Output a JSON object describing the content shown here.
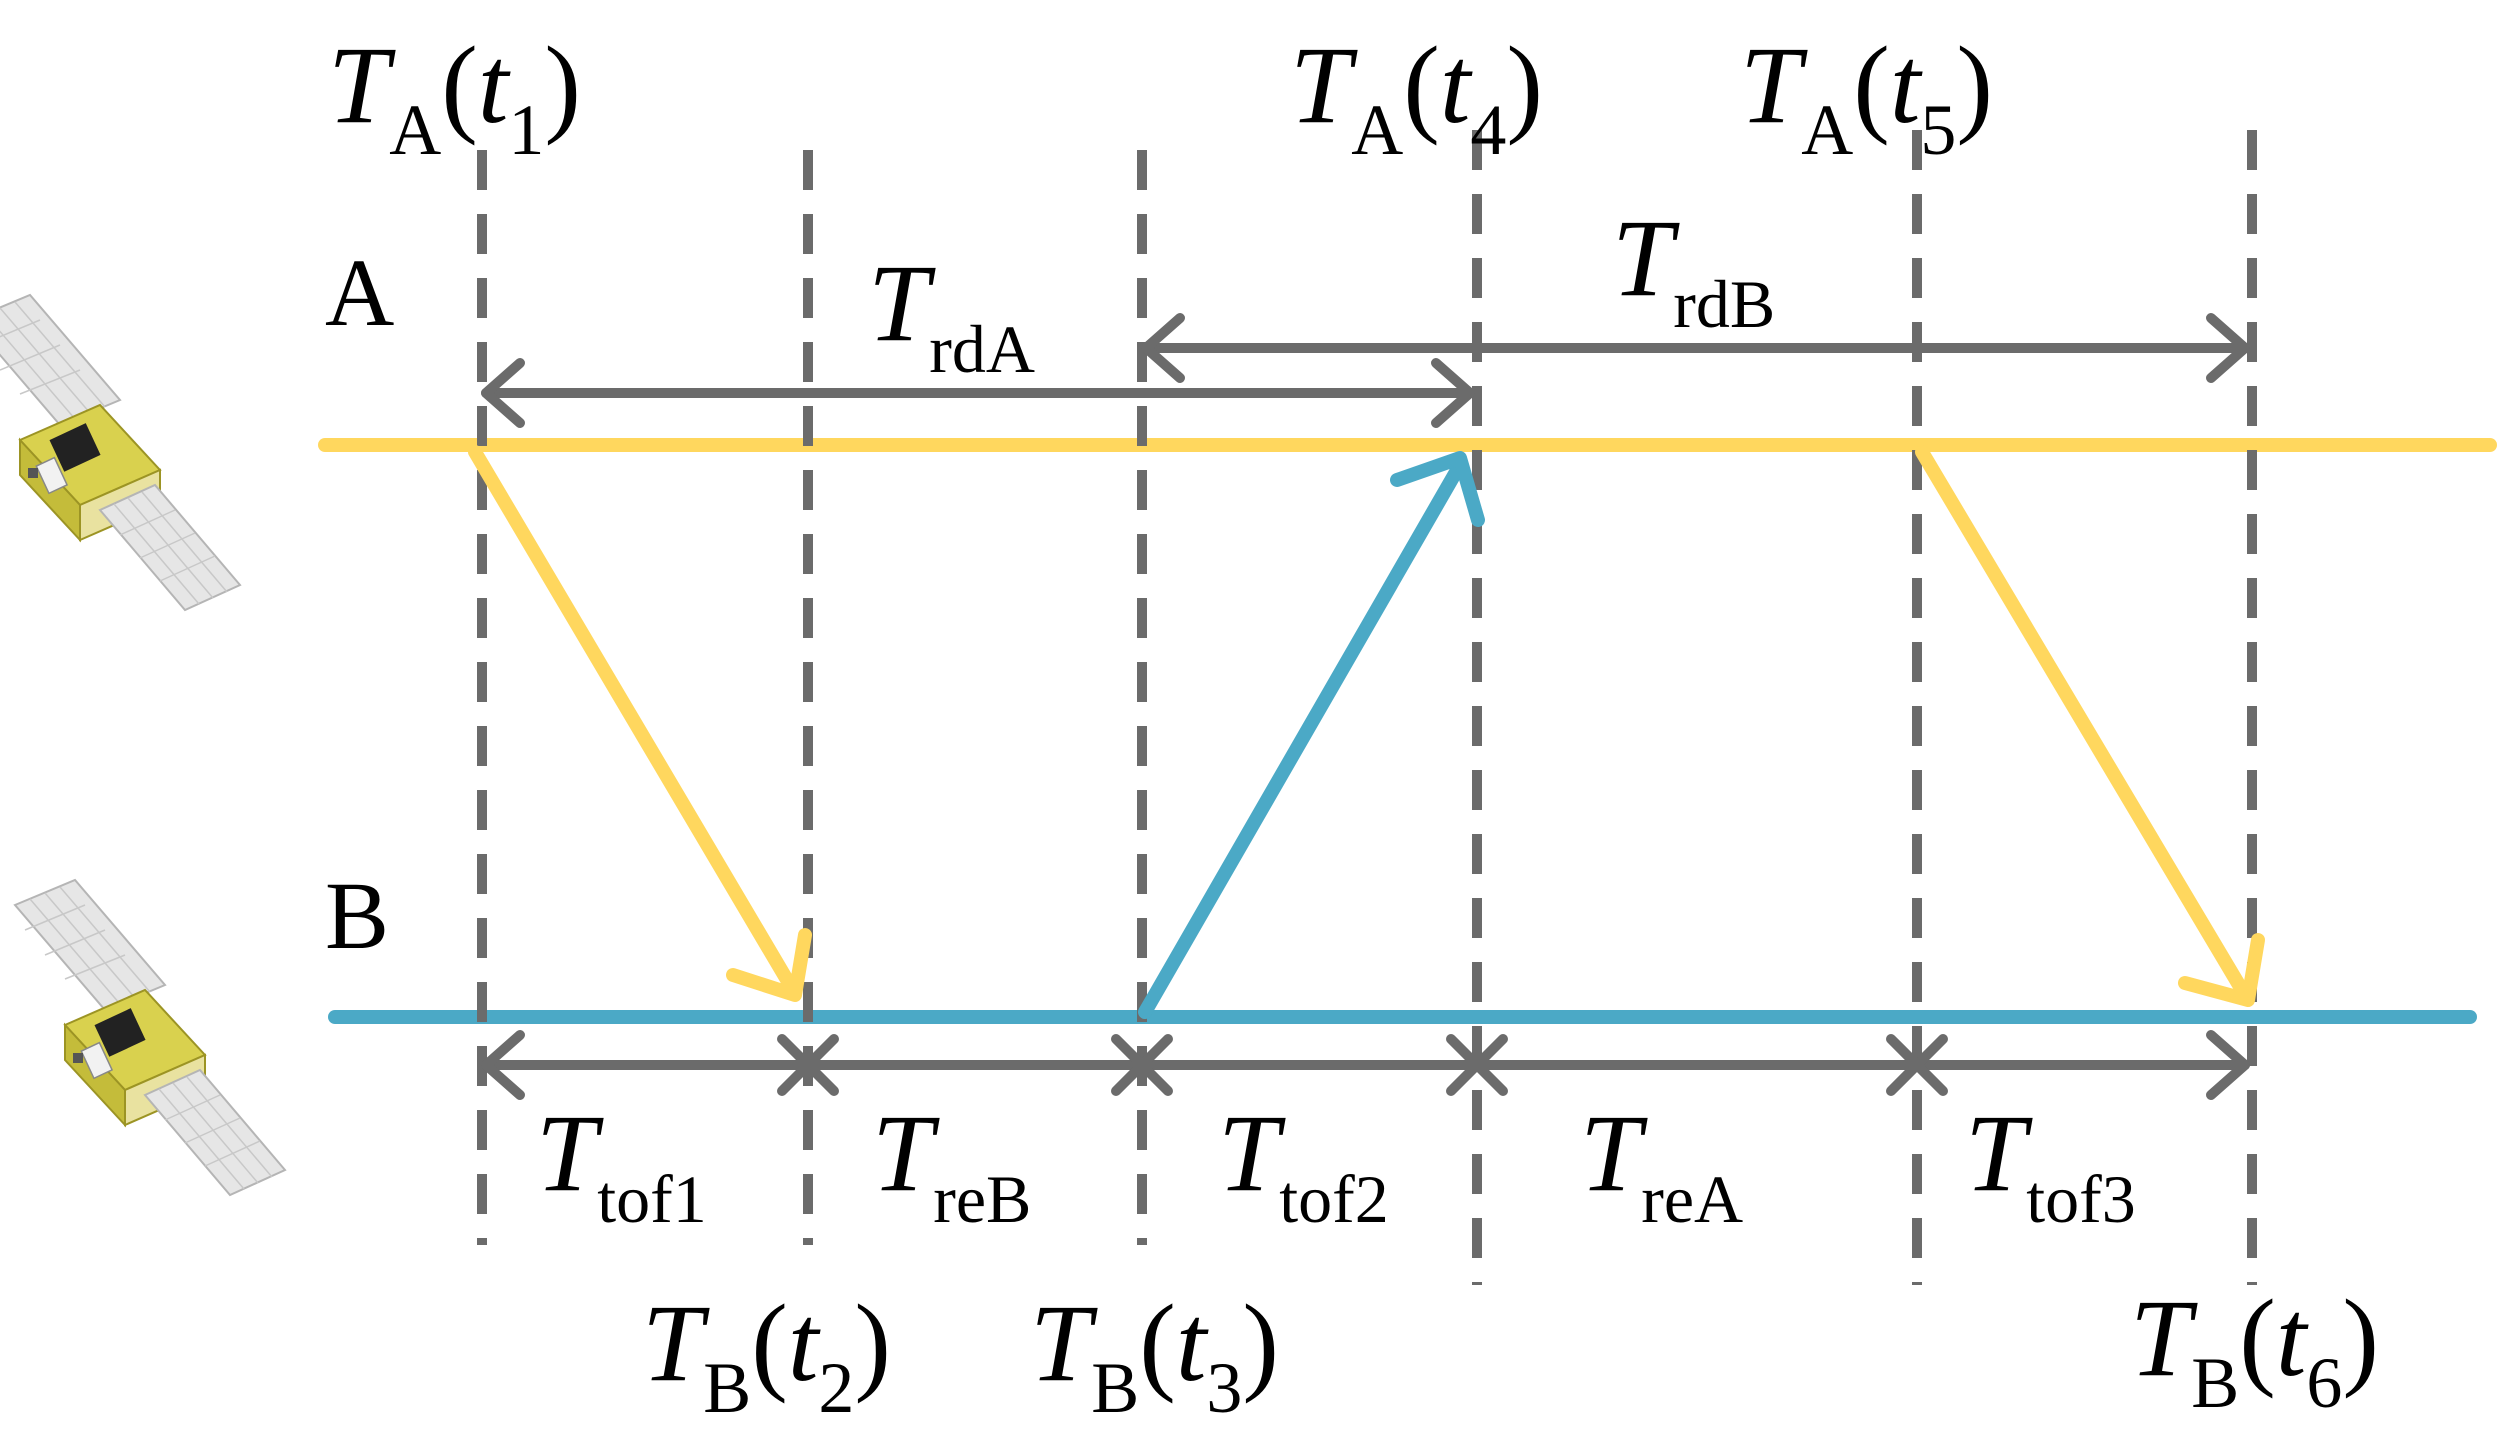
{
  "colors": {
    "a_line": "#FFD75E",
    "b_line": "#4BA9C6",
    "dashed": "#6b6b6b",
    "arrow": "#6b6b6b",
    "text": "#000000"
  },
  "nodes": {
    "a_label": "A",
    "b_label": "B"
  },
  "timestamps": {
    "ta_t1": {
      "main": "T",
      "sub": "A",
      "arg": "t",
      "argsub": "1"
    },
    "ta_t4": {
      "main": "T",
      "sub": "A",
      "arg": "t",
      "argsub": "4"
    },
    "ta_t5": {
      "main": "T",
      "sub": "A",
      "arg": "t",
      "argsub": "5"
    },
    "tb_t2": {
      "main": "T",
      "sub": "B",
      "arg": "t",
      "argsub": "2"
    },
    "tb_t3": {
      "main": "T",
      "sub": "B",
      "arg": "t",
      "argsub": "3"
    },
    "tb_t6": {
      "main": "T",
      "sub": "B",
      "arg": "t",
      "argsub": "6"
    }
  },
  "intervals": {
    "trda": {
      "main": "T",
      "sub": "rdA"
    },
    "trdb": {
      "main": "T",
      "sub": "rdB"
    },
    "ttof1": {
      "main": "T",
      "sub": "tof1"
    },
    "treb": {
      "main": "T",
      "sub": "reB"
    },
    "ttof2": {
      "main": "T",
      "sub": "tof2"
    },
    "trea": {
      "main": "T",
      "sub": "reA"
    },
    "ttof3": {
      "main": "T",
      "sub": "tof3"
    }
  },
  "icons": {
    "satellite_a": "satellite-icon",
    "satellite_b": "satellite-icon"
  }
}
